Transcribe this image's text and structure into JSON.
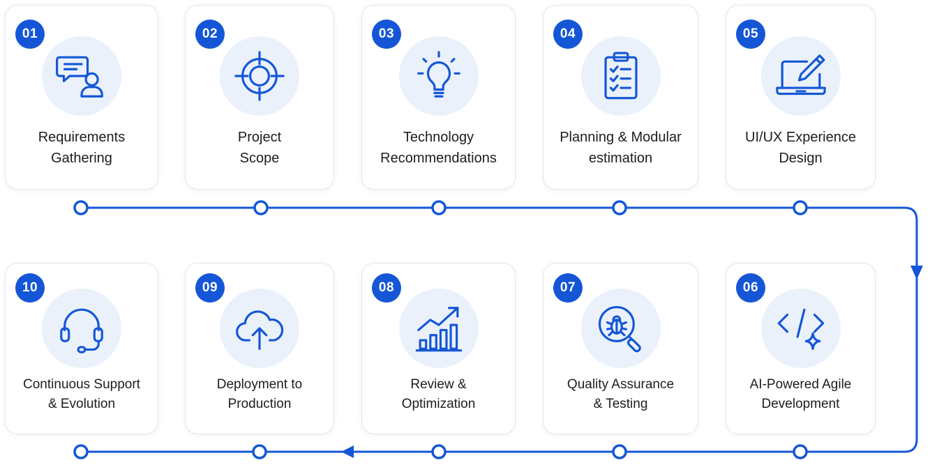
{
  "colors": {
    "accent": "#1456d6",
    "icon_bg": "#eaf1fb",
    "card_border": "#dfe6f1"
  },
  "steps": [
    {
      "num": "01",
      "line1": "Requirements",
      "line2": "Gathering",
      "icon": "chat-user-icon"
    },
    {
      "num": "02",
      "line1": "Project",
      "line2": "Scope",
      "icon": "target-icon"
    },
    {
      "num": "03",
      "line1": "Technology",
      "line2": "Recommendations",
      "icon": "lightbulb-icon"
    },
    {
      "num": "04",
      "line1": "Planning & Modular",
      "line2": "estimation",
      "icon": "clipboard-checklist-icon"
    },
    {
      "num": "05",
      "line1": "UI/UX Experience",
      "line2": "Design",
      "icon": "laptop-pencil-icon"
    },
    {
      "num": "06",
      "line1": "AI-Powered Agile",
      "line2": "Development",
      "icon": "code-sparkle-icon"
    },
    {
      "num": "07",
      "line1": "Quality Assurance",
      "line2": "& Testing",
      "icon": "bug-magnifier-icon"
    },
    {
      "num": "08",
      "line1": "Review &",
      "line2": "Optimization",
      "icon": "growth-chart-icon"
    },
    {
      "num": "09",
      "line1": "Deployment to",
      "line2": "Production",
      "icon": "cloud-upload-icon"
    },
    {
      "num": "10",
      "line1": "Continuous Support",
      "line2": "& Evolution",
      "icon": "headset-icon"
    }
  ]
}
